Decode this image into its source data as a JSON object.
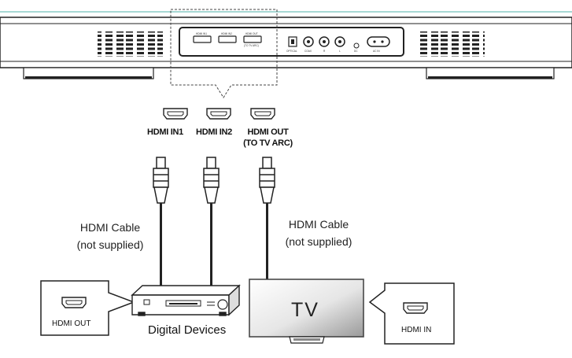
{
  "soundbar": {
    "panel_labels": [
      "HDMI IN1",
      "HDMI IN2",
      "HDMI OUT",
      "(TO TV ARC)",
      "OPTICAL",
      "COAX",
      "R",
      "L",
      "DC",
      "AC IN"
    ]
  },
  "ports": {
    "hdmi_in1": "HDMI IN1",
    "hdmi_in2": "HDMI IN2",
    "hdmi_out_line1": "HDMI OUT",
    "hdmi_out_line2": "(TO TV ARC)"
  },
  "cables": {
    "left_line1": "HDMI Cable",
    "left_line2": "(not supplied)",
    "right_line1": "HDMI Cable",
    "right_line2": "(not supplied)"
  },
  "devices": {
    "digital_devices": "Digital Devices",
    "tv": "TV"
  },
  "callouts": {
    "left": "HDMI OUT",
    "right": "HDMI IN"
  }
}
